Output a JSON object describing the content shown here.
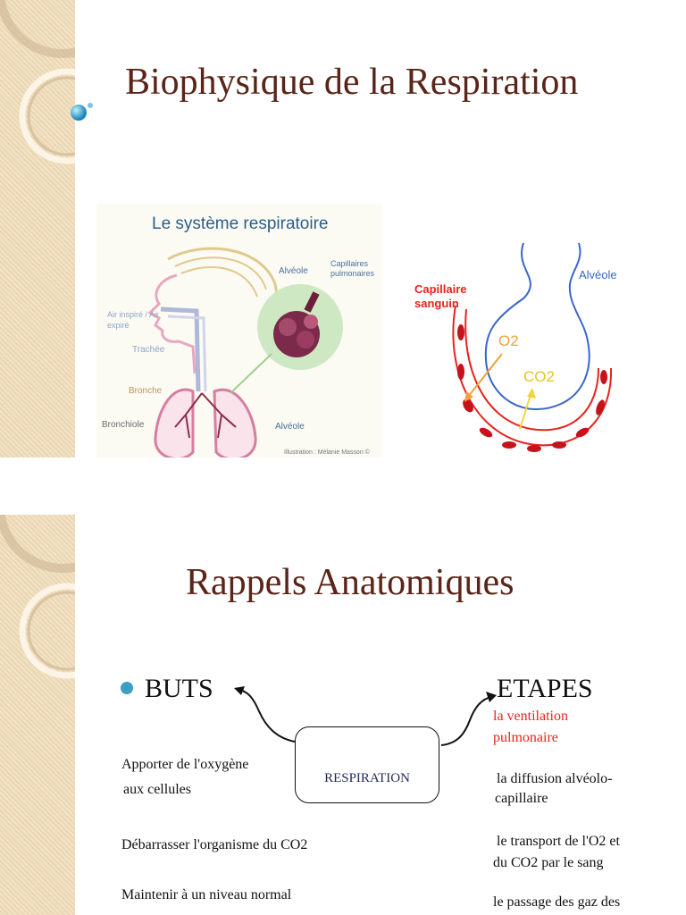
{
  "slide1": {
    "title": "Biophysique de la Respiration",
    "left_image": {
      "heading": "Le système respiratoire",
      "labels": {
        "alveole_top": "Alvéole",
        "capillaires": "Capillaires pulmonaires",
        "air": "Air inspiré / Air expiré",
        "trachee": "Trachée",
        "bronche": "Bronche",
        "bronchiole": "Bronchiole",
        "alveole_bottom": "Alvéole",
        "credit": "Illustration : Mélanie Masson © RespiFIL"
      }
    },
    "right_image": {
      "label_alveole": "Alvéole",
      "label_capillaire_1": "Capillaire",
      "label_capillaire_2": "sanguin",
      "label_o2": "O2",
      "label_co2": "CO2"
    }
  },
  "slide2": {
    "title": "Rappels   Anatomiques",
    "buts_label": "BUTS",
    "etapes_label": "ETAPES",
    "center_box": "RESPIRATION",
    "buts_items": [
      "Apporter de l'oxygène",
      "aux cellules",
      "Débarrasser l'organisme du CO2",
      "Maintenir à un niveau normal"
    ],
    "etapes_items": [
      {
        "line1": "la ventilation",
        "line2": "pulmonaire",
        "color": "#e8231d"
      },
      {
        "line1": "la diffusion alvéolo-",
        "line2": "capillaire",
        "color": "#111111"
      },
      {
        "line1": "le transport de l'O2 et",
        "line2": "du CO2 par le sang",
        "color": "#111111"
      },
      {
        "line1": "le passage des gaz des",
        "line2": "",
        "color": "#111111"
      }
    ]
  },
  "colors": {
    "title": "#5b2418",
    "accent_red": "#e8231d",
    "bullet_blue": "#3a9ec6",
    "navy_text": "#1f2a5e"
  }
}
